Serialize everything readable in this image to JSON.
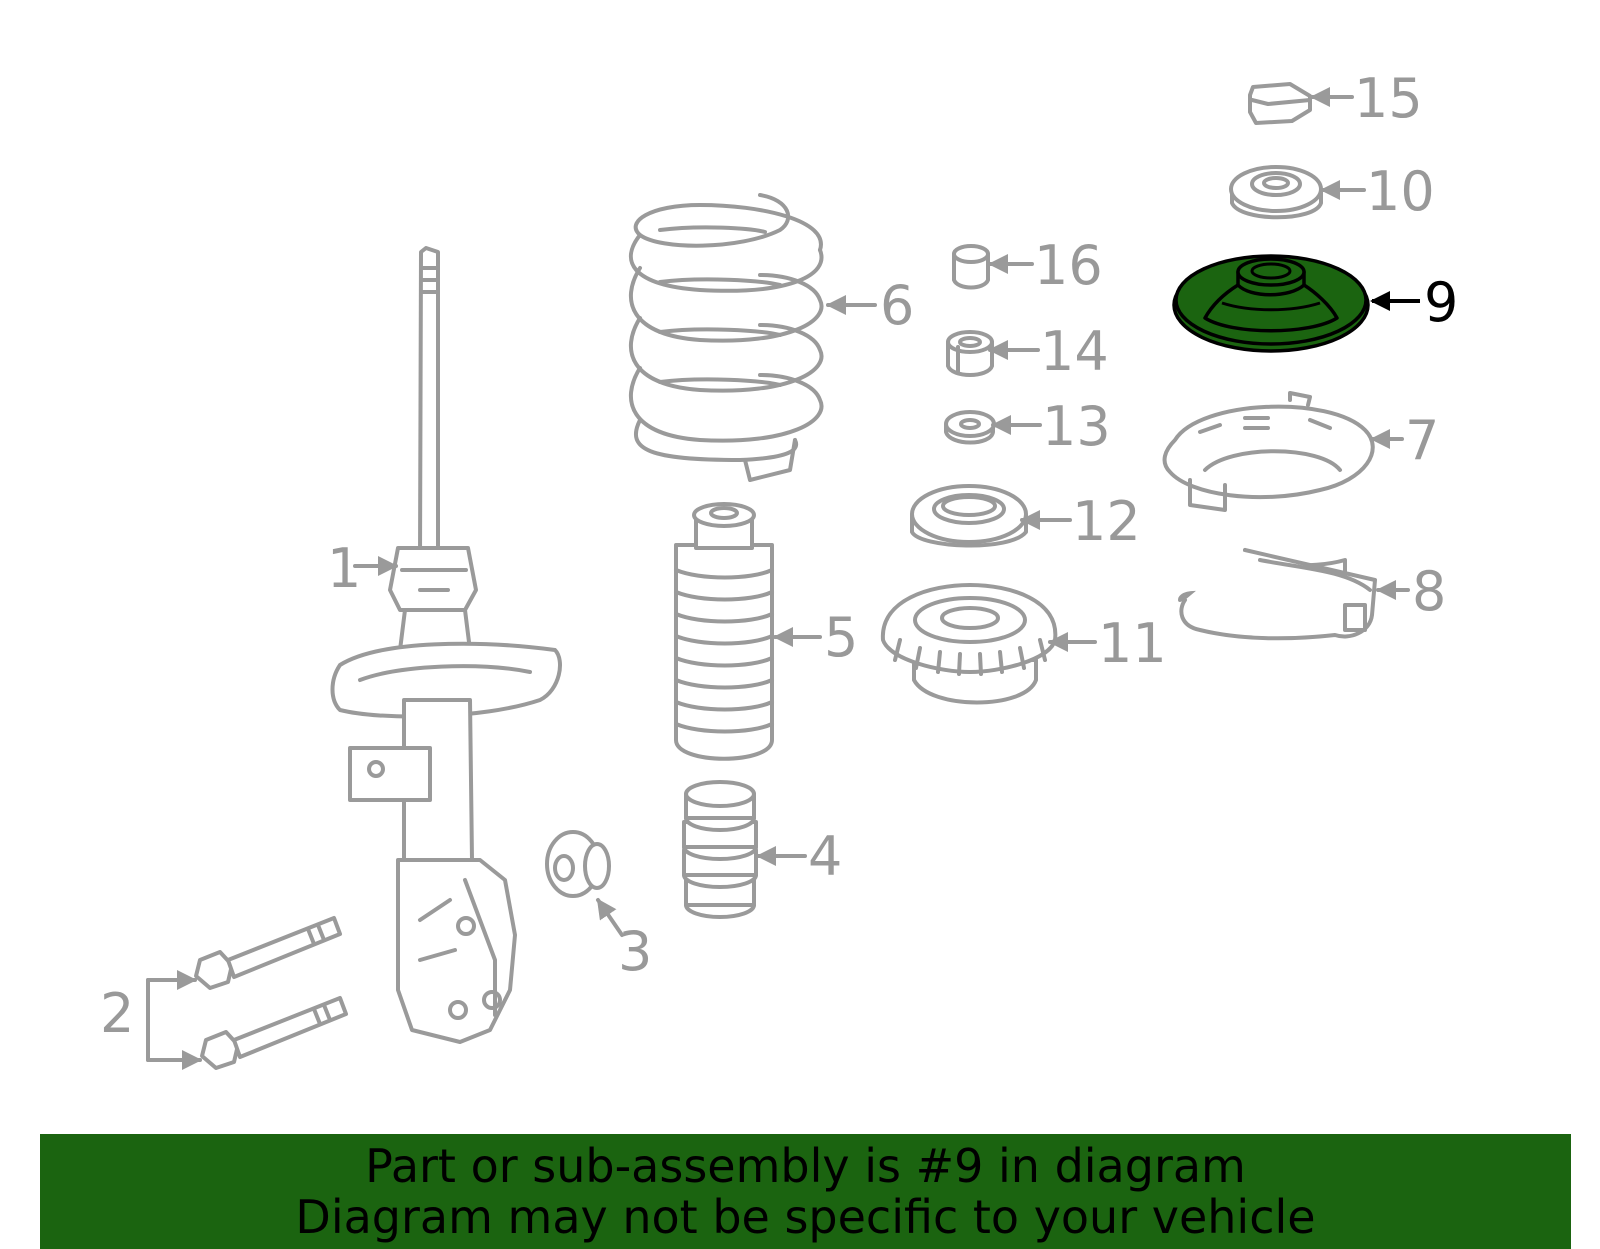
{
  "diagram": {
    "selected_part": "9",
    "highlight_color": "#1b6410",
    "callouts": [
      {
        "id": "c1",
        "label": "1"
      },
      {
        "id": "c2",
        "label": "2"
      },
      {
        "id": "c3",
        "label": "3"
      },
      {
        "id": "c4",
        "label": "4"
      },
      {
        "id": "c5",
        "label": "5"
      },
      {
        "id": "c6",
        "label": "6"
      },
      {
        "id": "c7",
        "label": "7"
      },
      {
        "id": "c8",
        "label": "8"
      },
      {
        "id": "c9",
        "label": "9"
      },
      {
        "id": "c10",
        "label": "10"
      },
      {
        "id": "c11",
        "label": "11"
      },
      {
        "id": "c12",
        "label": "12"
      },
      {
        "id": "c13",
        "label": "13"
      },
      {
        "id": "c14",
        "label": "14"
      },
      {
        "id": "c15",
        "label": "15"
      },
      {
        "id": "c16",
        "label": "16"
      }
    ]
  },
  "banner": {
    "line1": "Part or sub-assembly is #9 in diagram",
    "line2": "Diagram may not be specific to your vehicle",
    "background": "#1b6410"
  }
}
